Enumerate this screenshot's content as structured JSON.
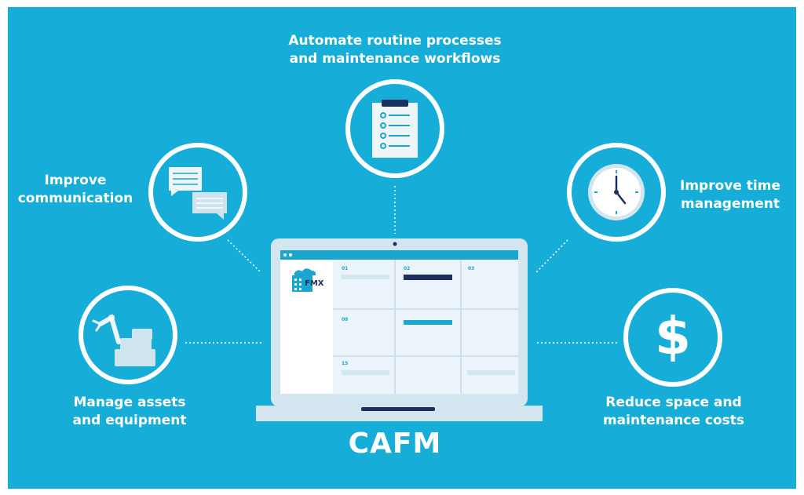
{
  "center_label": "CAFM",
  "features": {
    "automate": {
      "line1": "Automate routine processes",
      "line2": "and maintenance workflows",
      "icon": "clipboard-checklist-icon"
    },
    "communication": {
      "line1": "Improve",
      "line2": "communication",
      "icon": "chat-bubbles-icon"
    },
    "time": {
      "line1": "Improve time",
      "line2": "management",
      "icon": "clock-icon"
    },
    "assets": {
      "line1": "Manage assets",
      "line2": "and equipment",
      "icon": "robotic-arm-icon"
    },
    "costs": {
      "line1": "Reduce space and",
      "line2": "maintenance costs",
      "icon": "dollar-sign-icon"
    }
  },
  "laptop_screen": {
    "logo_text": "FMX",
    "calendar_day_numbers": [
      "01",
      "02",
      "03",
      "08",
      "15"
    ]
  },
  "colors": {
    "background": "#16aed8",
    "white": "#ffffff",
    "navy": "#1d2f5e",
    "accent": "#1aa6cf",
    "light": "#d3e6f0"
  }
}
